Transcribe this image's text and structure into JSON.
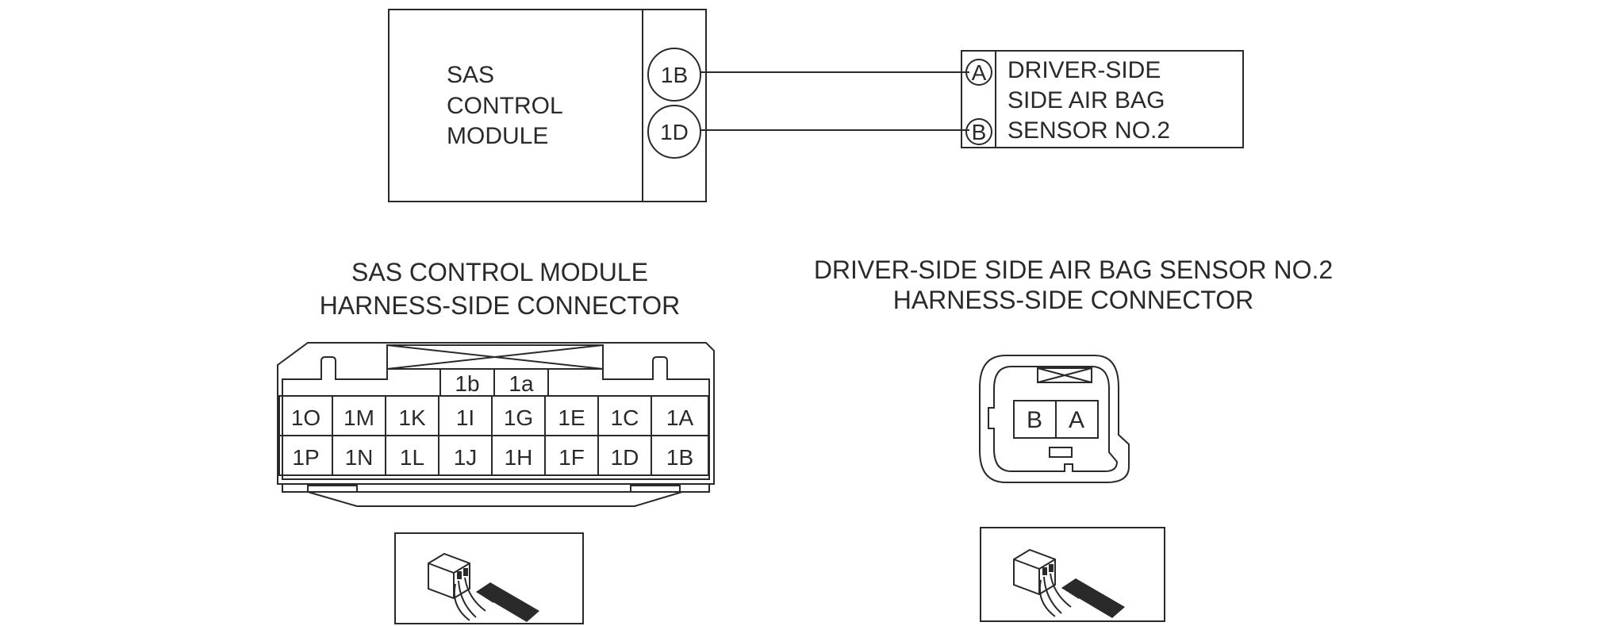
{
  "module": {
    "name_lines": [
      "SAS",
      "CONTROL",
      "MODULE"
    ],
    "terminals": [
      "1B",
      "1D"
    ]
  },
  "sensor": {
    "pins": [
      "A",
      "B"
    ],
    "name_lines": [
      "DRIVER-SIDE",
      "SIDE AIR BAG",
      "SENSOR NO.2"
    ]
  },
  "left_connector": {
    "title_lines": [
      "SAS CONTROL MODULE",
      "HARNESS-SIDE CONNECTOR"
    ],
    "top_cells": [
      "1b",
      "1a"
    ],
    "row1": [
      "1O",
      "1M",
      "1K",
      "1I",
      "1G",
      "1E",
      "1C",
      "1A"
    ],
    "row2": [
      "1P",
      "1N",
      "1L",
      "1J",
      "1H",
      "1F",
      "1D",
      "1B"
    ]
  },
  "right_connector": {
    "title_lines": [
      "DRIVER-SIDE SIDE AIR BAG SENSOR NO.2",
      "HARNESS-SIDE CONNECTOR"
    ],
    "cells": [
      "B",
      "A"
    ]
  }
}
